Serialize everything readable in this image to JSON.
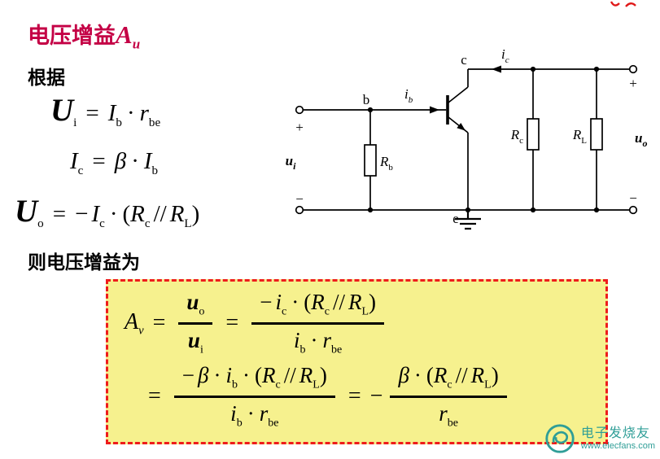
{
  "colors": {
    "title_red": "#c40045",
    "ink": "#000000",
    "box_background": "#f6f18e",
    "box_border_red": "#ee1c1c",
    "watermark_teal": "#2f9e97"
  },
  "title": {
    "text": "电压增益",
    "var": "A",
    "sub": "u"
  },
  "labels": {
    "given": "根据",
    "then": "则电压增益为"
  },
  "tok": {
    "U": "U",
    "I": "I",
    "A": "A",
    "R": "R",
    "u": "u",
    "i": "i",
    "r": "r",
    "b": "b",
    "c": "c",
    "e": "e",
    "o": "o",
    "v": "v",
    "L": "L",
    "be": "be",
    "beta": "β",
    "eq": "=",
    "dot": "·",
    "minus": "−",
    "plus": "+",
    "lp": "(",
    "rp": ")",
    "par": "//"
  },
  "formulas": {
    "ui_reading": "U_i = I_b · r_be",
    "ic_reading": "I_c = β · I_b",
    "uo_reading": "U_o = −I_c · (R_c // R_L)",
    "gain_line1_reading": "A_v = u_o / u_i = −i_c · (R_c // R_L) / (i_b · r_be)",
    "gain_line2_reading": "= −β · i_b · (R_c // R_L) / (i_b · r_be) = −β · (R_c // R_L) / r_be"
  },
  "watermark": {
    "brand": "电子发烧友",
    "site": "www.elecfans.com"
  }
}
